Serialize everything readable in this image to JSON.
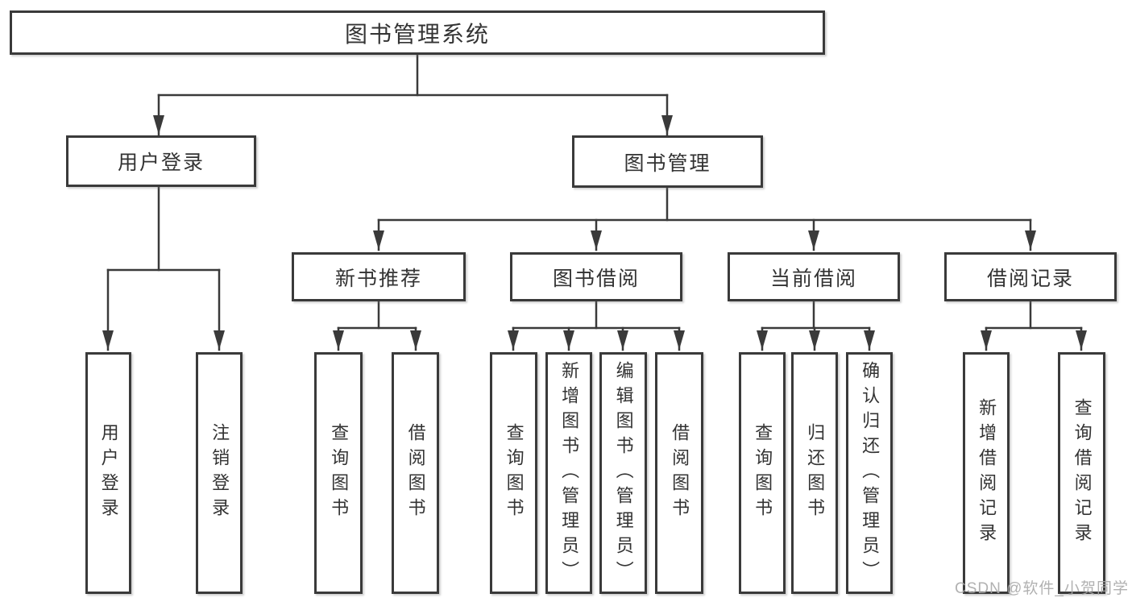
{
  "diagram": {
    "root": "图书管理系统",
    "level2": {
      "user_login": "用户登录",
      "book_mgmt": "图书管理"
    },
    "level3": {
      "new_books": "新书推荐",
      "borrowing": "图书借阅",
      "current": "当前借阅",
      "records": "借阅记录"
    },
    "leaves": {
      "user_login": [
        "用户登录",
        "注销登录"
      ],
      "new_books": [
        "查询图书",
        "借阅图书"
      ],
      "borrowing": [
        "查询图书",
        "新增图书（管理员）",
        "编辑图书（管理员）",
        "借阅图书"
      ],
      "current": [
        "查询图书",
        "归还图书",
        "确认归还（管理员）"
      ],
      "records": [
        "新增借阅记录",
        "查询借阅记录"
      ]
    }
  },
  "watermark": "CSDN @软件_小贺同学",
  "colors": {
    "line": "#3a3a3a",
    "text": "#333333",
    "watermark": "#a8a8a8",
    "background": "#ffffff"
  }
}
